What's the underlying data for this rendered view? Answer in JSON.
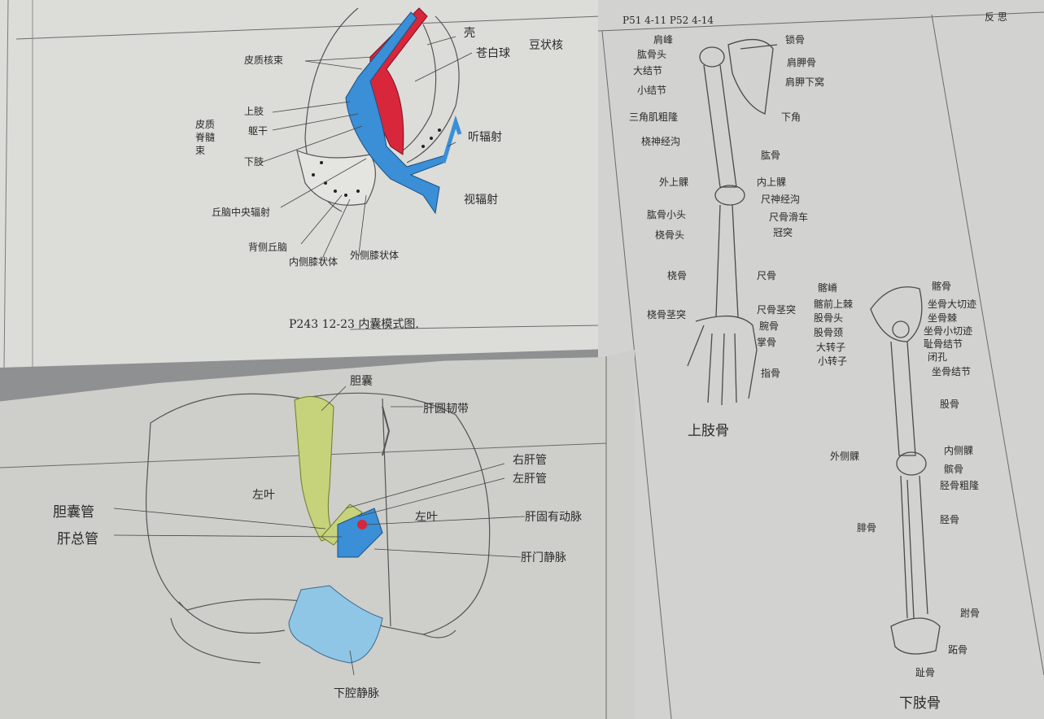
{
  "top_sheet": {
    "structure_labels": {
      "shell": "壳",
      "globus_pallidus": "苍白球",
      "lentiform_nucleus": "豆状核",
      "corticonuclear_tract": "皮质核束",
      "upper_limb": "上肢",
      "trunk": "躯干",
      "lower_limb": "下肢",
      "corticospinal_tract": "皮质\n脊髓\n束",
      "auditory_radiation": "听辐射",
      "optic_radiation": "视辐射",
      "thalamic_central_radiation": "丘脑中央辐射",
      "dorsal_thalamus": "背侧丘脑",
      "medial_geniculate": "内侧膝状体",
      "lateral_geniculate": "外侧膝状体"
    },
    "caption": "P243  12-23 内囊模式图."
  },
  "bottom_sheet": {
    "labels": {
      "gallbladder": "胆囊",
      "round_ligament": "肝圆韧带",
      "right_hepatic_duct": "右肝管",
      "left_hepatic_duct": "左肝管",
      "cystic_duct": "胆囊管",
      "common_hepatic_duct": "肝总管",
      "hepatic_artery_proper": "肝固有动脉",
      "portal_vein": "肝门静脉",
      "left_lobe_a": "左叶",
      "left_lobe_b": "左叶",
      "ivc": "下腔静脉"
    }
  },
  "right_sheet": {
    "header": "P51 4-11  P52 4-14",
    "reflection": "反 思",
    "upper_limb_labels": [
      "肩峰",
      "肱骨头",
      "大结节",
      "小结节",
      "三角肌粗隆",
      "桡神经沟",
      "肱骨",
      "锁骨",
      "肩胛骨",
      "肩胛下窝",
      "下角",
      "外上髁",
      "内上髁",
      "尺神经沟",
      "肱骨小头",
      "桡骨头",
      "尺骨滑车",
      "冠突",
      "桡骨",
      "尺骨",
      "桡骨茎突",
      "尺骨茎突",
      "腕骨",
      "掌骨",
      "指骨"
    ],
    "upper_limb_title": "上肢骨",
    "lower_limb_labels": [
      "髂嵴",
      "髂前上棘",
      "股骨头",
      "股骨颈",
      "大转子",
      "小转子",
      "髂骨",
      "坐骨大切迹",
      "坐骨棘",
      "坐骨小切迹",
      "耻骨结节",
      "闭孔",
      "坐骨结节",
      "股骨",
      "外侧髁",
      "内侧髁",
      "髌骨",
      "胫骨粗隆",
      "腓骨",
      "胫骨",
      "跗骨",
      "跖骨",
      "趾骨"
    ],
    "lower_limb_title": "下肢骨"
  },
  "colors": {
    "artery_red": "#d8263a",
    "vein_blue": "#3a8fd6",
    "gallbladder_green": "#c6d37a",
    "paper": "#d6d6d3",
    "pencil": "#4a4a4a"
  }
}
